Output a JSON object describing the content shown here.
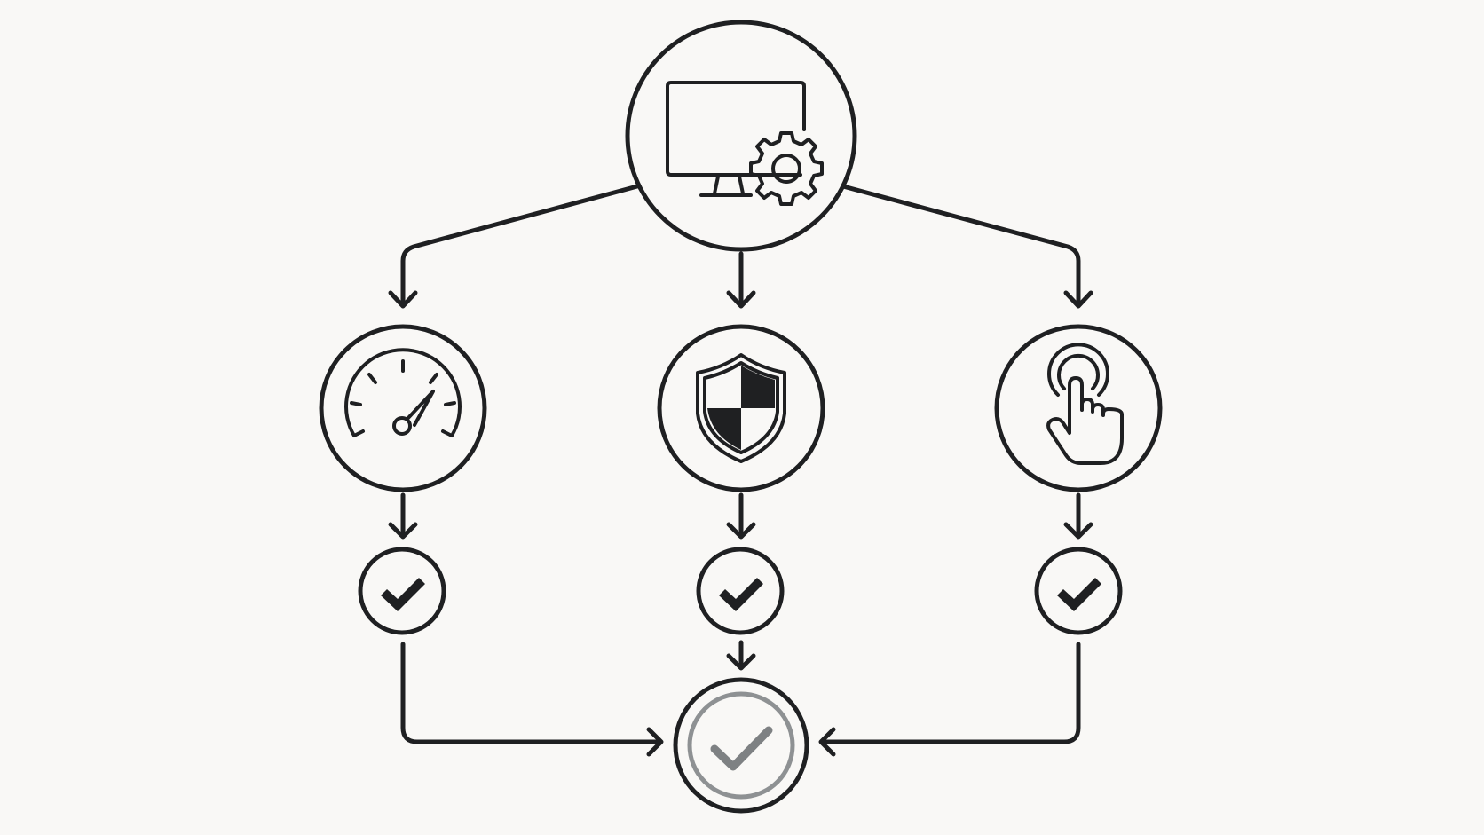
{
  "diagram": {
    "type": "flowchart",
    "nodes": [
      {
        "id": "system-config",
        "icon": "monitor-gear-icon"
      },
      {
        "id": "performance",
        "icon": "speedometer-icon"
      },
      {
        "id": "security",
        "icon": "shield-icon"
      },
      {
        "id": "usability",
        "icon": "touch-hand-icon"
      },
      {
        "id": "performance-check",
        "icon": "checkmark-icon"
      },
      {
        "id": "security-check",
        "icon": "checkmark-icon"
      },
      {
        "id": "usability-check",
        "icon": "checkmark-icon"
      },
      {
        "id": "final-approval",
        "icon": "checkmark-icon"
      }
    ],
    "edges": [
      {
        "from": "system-config",
        "to": "performance"
      },
      {
        "from": "system-config",
        "to": "security"
      },
      {
        "from": "system-config",
        "to": "usability"
      },
      {
        "from": "performance",
        "to": "performance-check"
      },
      {
        "from": "security",
        "to": "security-check"
      },
      {
        "from": "usability",
        "to": "usability-check"
      },
      {
        "from": "performance-check",
        "to": "final-approval"
      },
      {
        "from": "security-check",
        "to": "final-approval"
      },
      {
        "from": "usability-check",
        "to": "final-approval"
      }
    ],
    "colors": {
      "background": "#f9f8f6",
      "stroke": "#1f2022",
      "final_accent": "#8e9193"
    }
  }
}
